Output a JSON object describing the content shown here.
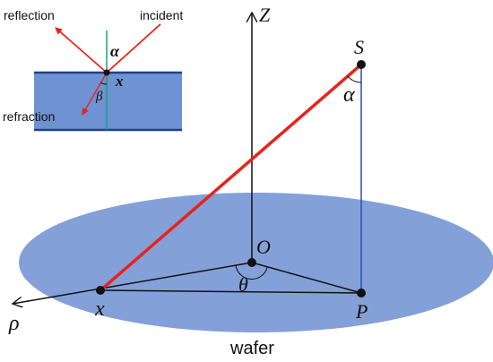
{
  "inset": {
    "labels": {
      "reflection": "reflection",
      "incident": "incident",
      "refraction": "refraction",
      "alpha": "α",
      "beta": "β",
      "x": "x"
    }
  },
  "main": {
    "labels": {
      "Z": "Z",
      "S": "S",
      "alpha": "α",
      "O": "O",
      "theta": "θ",
      "x": "x",
      "P": "P",
      "rho": "ρ"
    },
    "wafer_label": "wafer"
  },
  "colors": {
    "ray": "#e8231c",
    "wafer_fill": "#6d8fd1",
    "inset_layer_fill": "#6f92d2",
    "layer_line": "#1f3f8f",
    "normal": "#1aa37a",
    "vertical": "#2a4fb5",
    "ink": "#111111"
  }
}
